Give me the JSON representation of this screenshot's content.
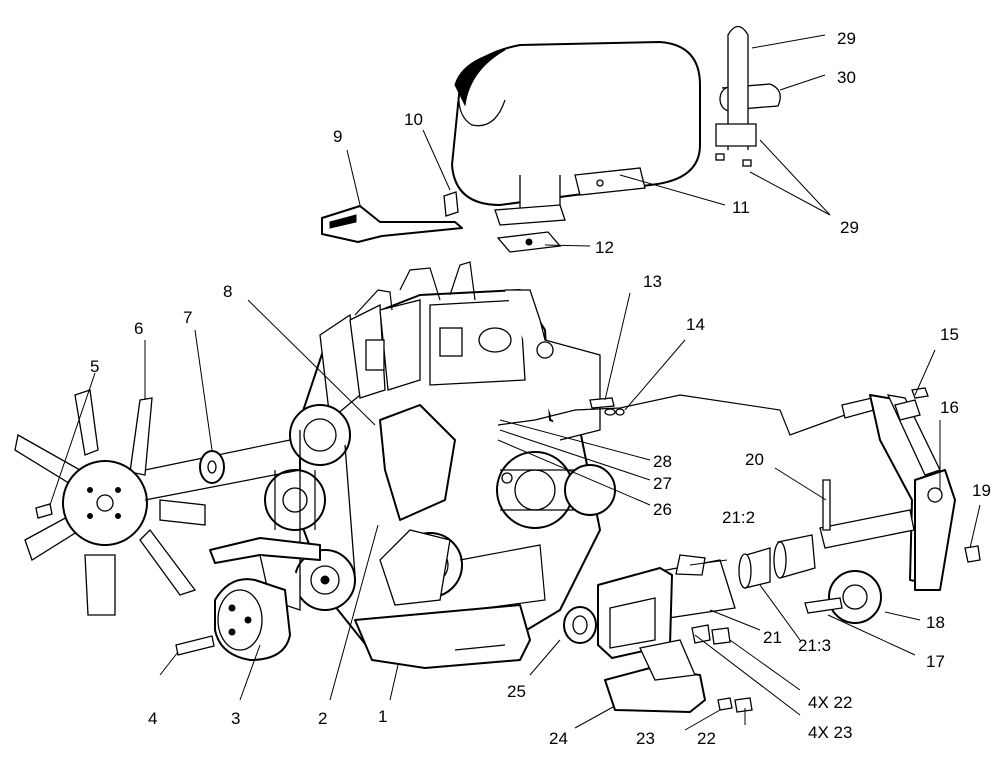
{
  "callouts": {
    "c1": "1",
    "c2": "2",
    "c3": "3",
    "c4": "4",
    "c5": "5",
    "c6": "6",
    "c7": "7",
    "c8": "8",
    "c9": "9",
    "c10": "10",
    "c11": "11",
    "c12": "12",
    "c13": "13",
    "c14": "14",
    "c15": "15",
    "c16": "16",
    "c17": "17",
    "c18": "18",
    "c19": "19",
    "c20": "20",
    "c21": "21",
    "c21_2": "21:2",
    "c21_3": "21:3",
    "c22_4x": "4X 22",
    "c22": "22",
    "c23_4x": "4X 23",
    "c23": "23",
    "c24": "24",
    "c25": "25",
    "c26": "26",
    "c27": "27",
    "c28": "28",
    "c29_top": "29",
    "c29_bottom": "29",
    "c30": "30"
  }
}
